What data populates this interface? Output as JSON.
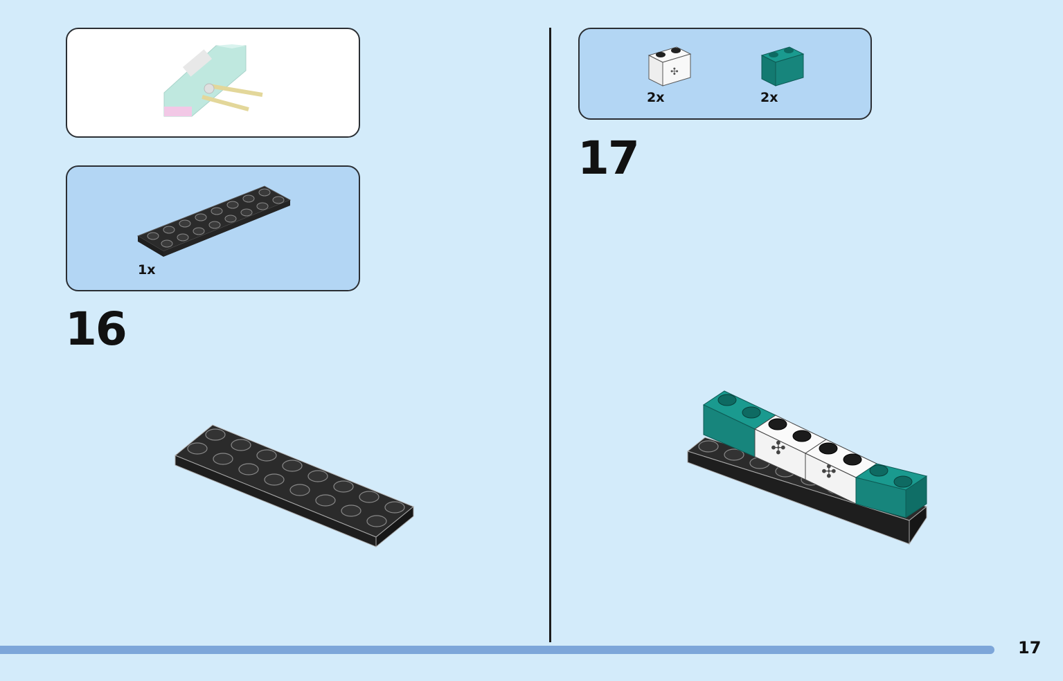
{
  "left_page": {
    "step_number": "16",
    "parts_panel": {
      "parts": [
        {
          "name": "black-plate-2x8",
          "quantity": "1x"
        }
      ]
    }
  },
  "right_page": {
    "step_number": "17",
    "parts_panel": {
      "parts": [
        {
          "name": "white-brick-1x2-with-axle-hole",
          "quantity": "2x"
        },
        {
          "name": "teal-brick-1x2",
          "quantity": "2x"
        }
      ]
    }
  },
  "footer": {
    "page_number": "17"
  },
  "colors": {
    "background": "#d3ebfa",
    "parts_panel": "#b3d6f4",
    "black_brick": "#2b2b2b",
    "teal_brick": "#17857c",
    "white_brick": "#f4f4f4",
    "progress_bar": "#7da6d9"
  }
}
